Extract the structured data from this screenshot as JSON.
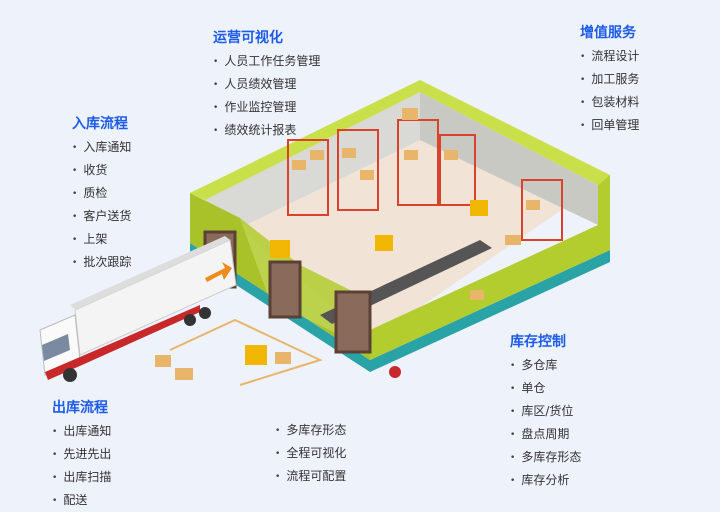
{
  "sections": {
    "ops": {
      "title": "运营可视化",
      "items": [
        "人员工作任务管理",
        "人员绩效管理",
        "作业监控管理",
        "绩效统计报表"
      ]
    },
    "inbound": {
      "title": "入库流程",
      "items": [
        "入库通知",
        "收货",
        "质检",
        "客户送货",
        "上架",
        "批次跟踪"
      ]
    },
    "value": {
      "title": "增值服务",
      "items": [
        "流程设计",
        "加工服务",
        "包装材料",
        "回单管理"
      ]
    },
    "inventory": {
      "title": "库存控制",
      "items": [
        "多仓库",
        "单仓",
        "库区/货位",
        "盘点周期",
        "多库存形态",
        "库存分析"
      ]
    },
    "outbound": {
      "title": "出库流程",
      "items": [
        "出库通知",
        "先进先出",
        "出库扫描",
        "配送"
      ]
    },
    "features": {
      "items": [
        "多库存形态",
        "全程可视化",
        "流程可配置"
      ]
    }
  },
  "colors": {
    "accent": "#1d5ce8",
    "wall": "#b3cc2e",
    "floor": "#f1e3d6",
    "base": "#2aa3a6"
  }
}
